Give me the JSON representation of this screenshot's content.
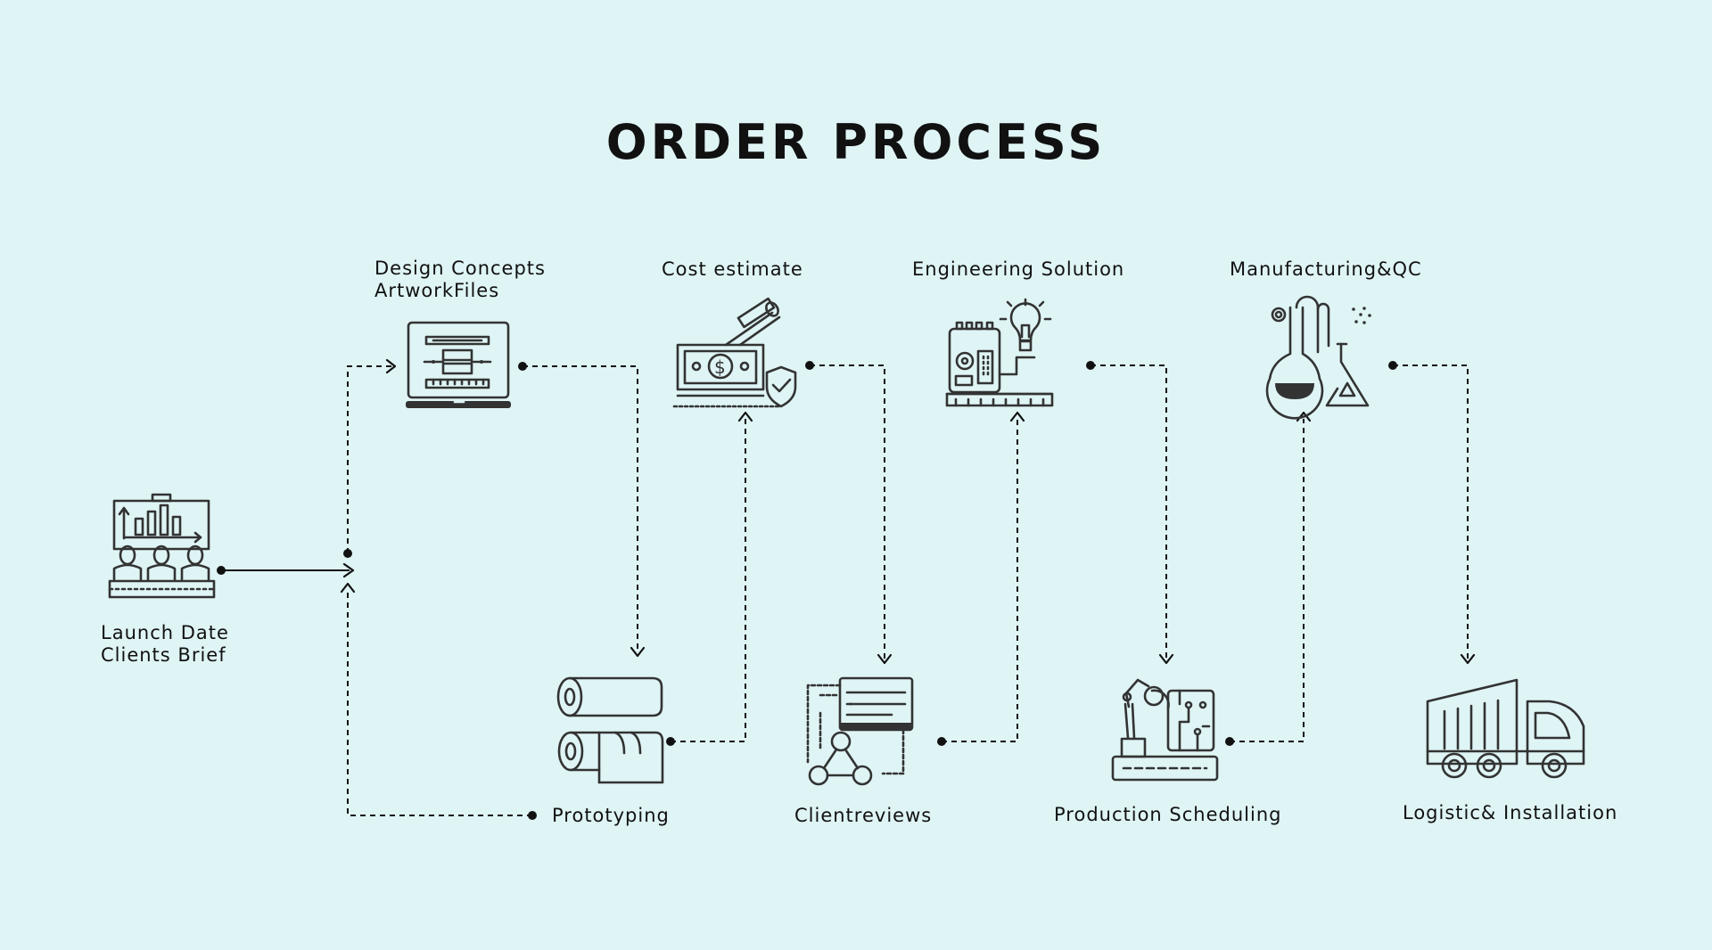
{
  "title": "ORDER PROCESS",
  "steps": [
    {
      "id": "launch",
      "lines": [
        "Launch Date",
        "Clients Brief"
      ],
      "icon": "presentation-meeting-icon"
    },
    {
      "id": "design",
      "lines": [
        "Design Concepts",
        "ArtworkFiles"
      ],
      "icon": "laptop-design-icon"
    },
    {
      "id": "prototyping",
      "lines": [
        "Prototyping"
      ],
      "icon": "fabric-rolls-icon"
    },
    {
      "id": "cost",
      "lines": [
        "Cost estimate"
      ],
      "icon": "money-certificate-icon"
    },
    {
      "id": "clientreviews",
      "lines": [
        "Clientreviews"
      ],
      "icon": "review-network-icon"
    },
    {
      "id": "engineering",
      "lines": [
        "Engineering Solution"
      ],
      "icon": "machine-lightbulb-icon"
    },
    {
      "id": "scheduling",
      "lines": [
        "Production Scheduling"
      ],
      "icon": "robot-arm-icon"
    },
    {
      "id": "manufacturing",
      "lines": [
        "Manufacturing&QC"
      ],
      "icon": "lab-flasks-icon"
    },
    {
      "id": "logistic",
      "lines": [
        "Logistic& Installation"
      ],
      "icon": "delivery-truck-icon"
    }
  ],
  "colors": {
    "background": "#dff4f5",
    "stroke": "#333333",
    "text": "#111111"
  }
}
